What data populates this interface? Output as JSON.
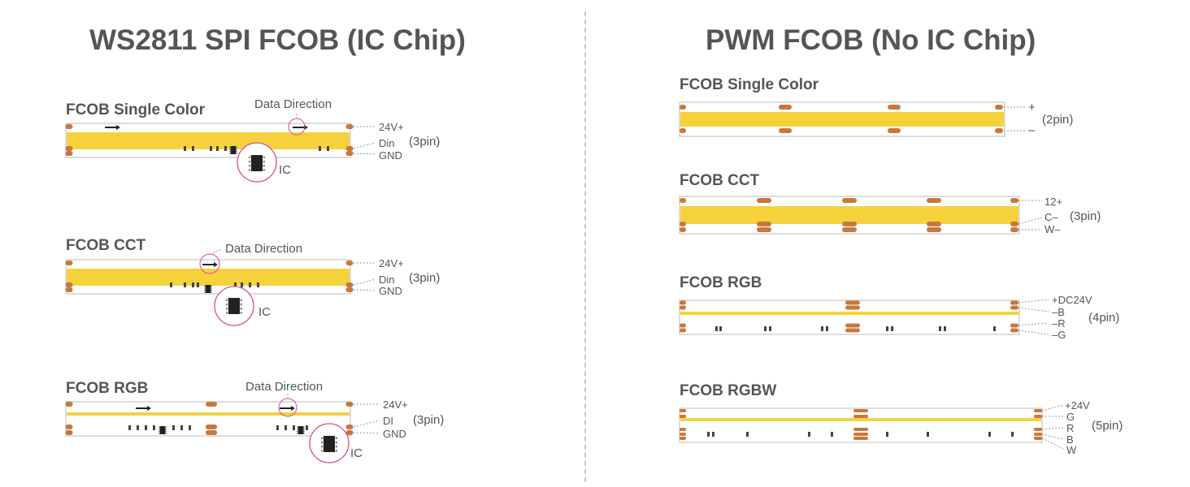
{
  "left": {
    "title": "WS2811 SPI FCOB (IC Chip)",
    "items": [
      {
        "name": "FCOB Single Color",
        "direction": "Data Direction",
        "pins": [
          "24V+",
          "Din",
          "GND"
        ],
        "pin_count": "(3pin)",
        "chip": "IC"
      },
      {
        "name": "FCOB CCT",
        "direction": "Data Direction",
        "pins": [
          "24V+",
          "Din",
          "GND"
        ],
        "pin_count": "(3pin)",
        "chip": "IC"
      },
      {
        "name": "FCOB RGB",
        "direction": "Data Direction",
        "pins": [
          "24V+",
          "DI",
          "GND"
        ],
        "pin_count": "(3pin)",
        "chip": "IC"
      }
    ]
  },
  "right": {
    "title": "PWM FCOB (No IC Chip)",
    "items": [
      {
        "name": "FCOB Single Color",
        "pins": [
          "+",
          "–"
        ],
        "pin_count": "(2pin)"
      },
      {
        "name": "FCOB CCT",
        "pins": [
          "12+",
          "C–",
          "W–"
        ],
        "pin_count": "(3pin)"
      },
      {
        "name": "FCOB RGB",
        "pins": [
          "+DC24V",
          "–B",
          "–R",
          "–G"
        ],
        "pin_count": "(4pin)"
      },
      {
        "name": "FCOB RGBW",
        "pins": [
          "+24V",
          "G",
          "R",
          "B",
          "W"
        ],
        "pin_count": "(5pin)"
      }
    ]
  },
  "colors": {
    "strip_yellow": "#f5d23c",
    "copper_pad": "#c8783c",
    "magnifier_ring": "#d94a9a",
    "text": "#555555"
  }
}
